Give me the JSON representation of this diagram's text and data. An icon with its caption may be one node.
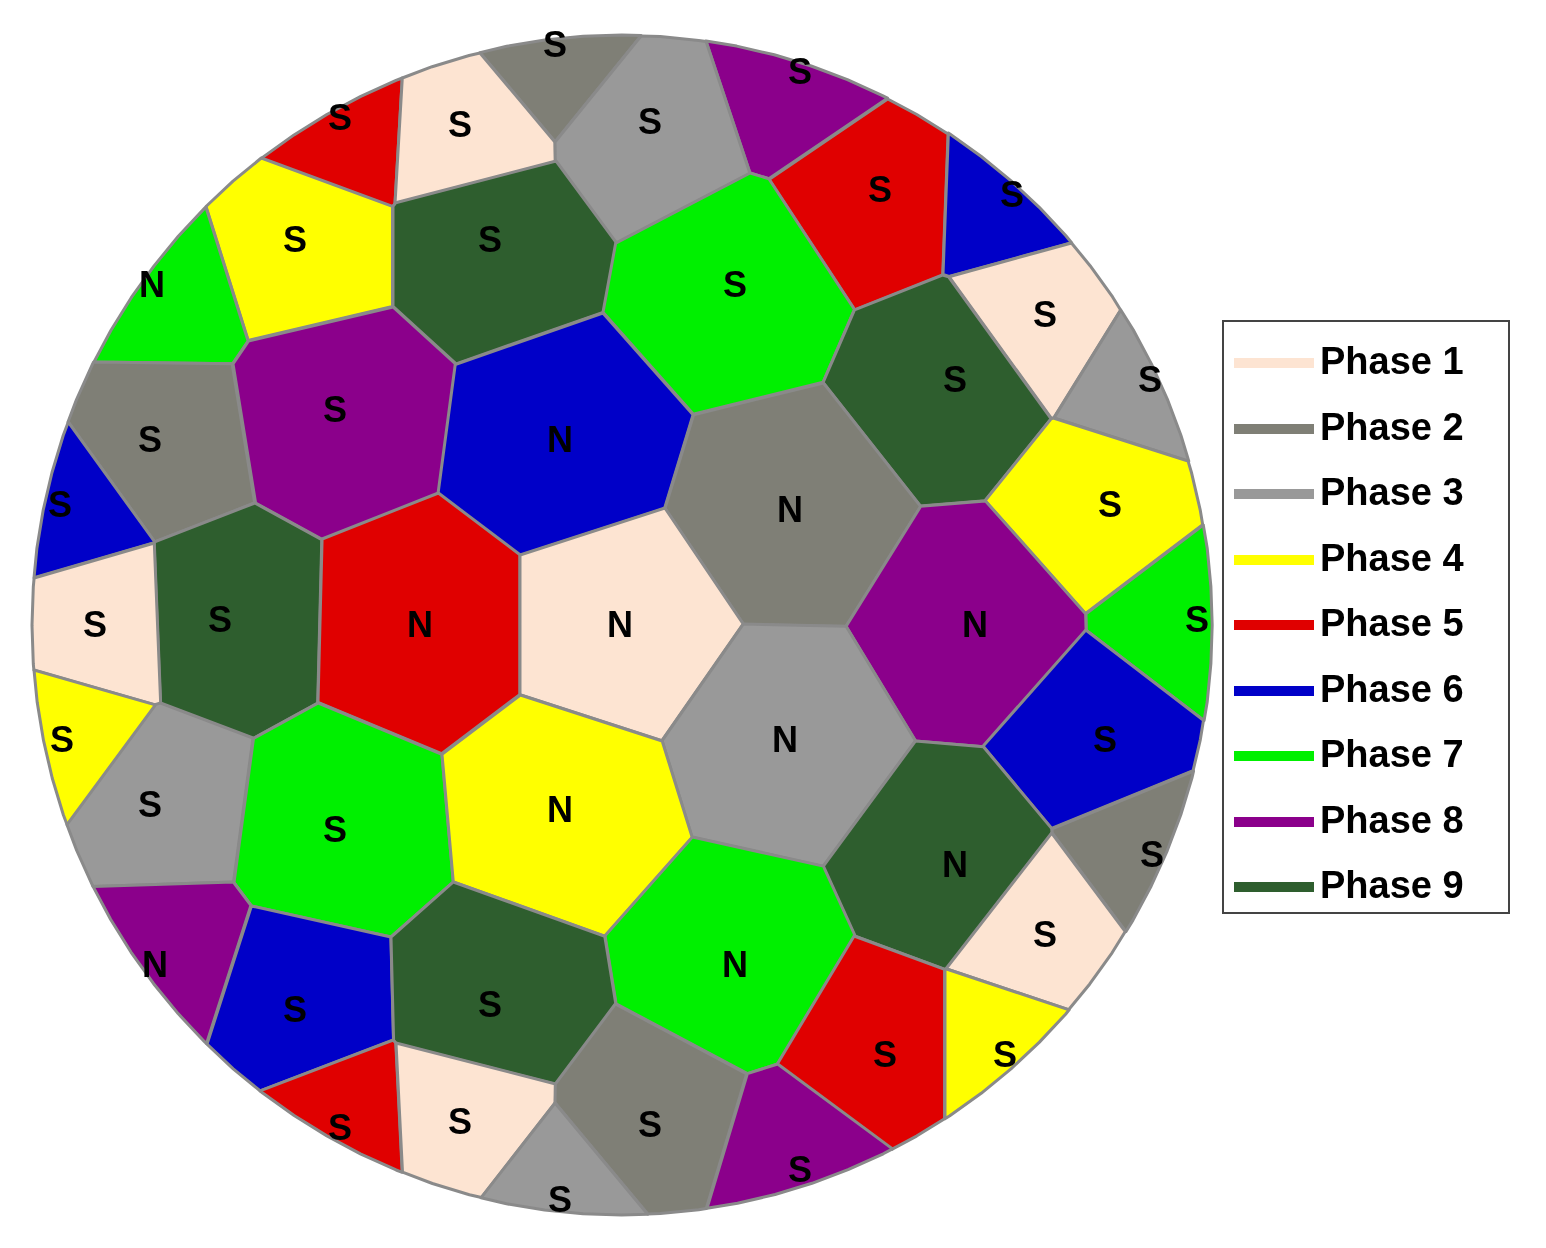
{
  "diagram": {
    "nodes": [
      {
        "text": [
          "S"
        ]
      },
      {
        "text": [
          "S"
        ]
      },
      {
        "text": [
          "S"
        ]
      },
      {
        "text": [
          "S"
        ]
      },
      {
        "text": [
          "S"
        ]
      },
      {
        "text": [
          "S"
        ]
      },
      {
        "text": [
          "S"
        ]
      },
      {
        "text": [
          "S"
        ]
      },
      {
        "text": [
          "S"
        ]
      },
      {
        "text": [
          "S"
        ]
      },
      {
        "text": [
          "N"
        ]
      },
      {
        "text": [
          "S"
        ]
      },
      {
        "text": [
          "S"
        ]
      },
      {
        "text": [
          "S"
        ]
      },
      {
        "text": [
          "S"
        ]
      },
      {
        "text": [
          "S"
        ]
      },
      {
        "text": [
          "N"
        ]
      },
      {
        "text": [
          "N"
        ]
      },
      {
        "text": [
          "S"
        ]
      },
      {
        "text": [
          "S"
        ]
      },
      {
        "text": [
          "S"
        ]
      },
      {
        "text": [
          "S"
        ]
      },
      {
        "text": [
          "N"
        ]
      },
      {
        "text": [
          "N"
        ]
      },
      {
        "text": [
          "N"
        ]
      },
      {
        "text": [
          "S"
        ]
      },
      {
        "text": [
          "S"
        ]
      },
      {
        "text": [
          "N"
        ]
      },
      {
        "text": [
          "S"
        ]
      },
      {
        "text": [
          "S"
        ]
      },
      {
        "text": [
          "S"
        ]
      },
      {
        "text": [
          "N"
        ]
      },
      {
        "text": [
          "N"
        ]
      },
      {
        "text": [
          "S"
        ]
      },
      {
        "text": [
          "N"
        ]
      },
      {
        "text": [
          "N"
        ]
      },
      {
        "text": [
          "S"
        ]
      },
      {
        "text": [
          "S"
        ]
      },
      {
        "text": [
          "S"
        ]
      },
      {
        "text": [
          "S"
        ]
      },
      {
        "text": [
          "S"
        ]
      },
      {
        "text": [
          "S"
        ]
      },
      {
        "text": [
          "S"
        ]
      },
      {
        "text": [
          "S"
        ]
      },
      {
        "text": [
          "S"
        ]
      },
      {
        "text": [
          "S"
        ]
      }
    ],
    "legend": [
      {
        "text": "Phase 1",
        "color": "#fde4d2"
      },
      {
        "text": "Phase 2",
        "color": "#7f7f76"
      },
      {
        "text": "Phase 3",
        "color": "#999999"
      },
      {
        "text": "Phase 4",
        "color": "#ffff00"
      },
      {
        "text": "Phase 5",
        "color": "#e00000"
      },
      {
        "text": "Phase 6",
        "color": "#0000c8"
      },
      {
        "text": "Phase 7",
        "color": "#00f000"
      },
      {
        "text": "Phase 8",
        "color": "#8b008b"
      },
      {
        "text": "Phase 9",
        "color": "#2e5e2e"
      }
    ]
  }
}
